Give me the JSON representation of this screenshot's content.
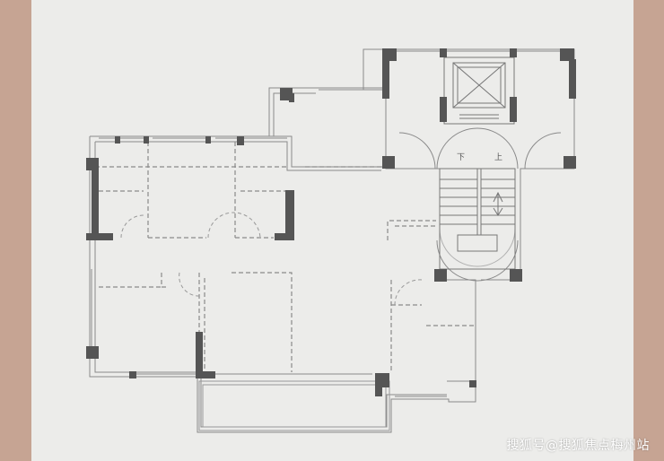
{
  "stairs": {
    "down_label": "下",
    "up_label": "上"
  },
  "watermark": {
    "text": "搜狐号@搜狐焦点梅州站"
  },
  "colors": {
    "background_border": "#c9a898",
    "paper": "#ececea",
    "wall": "#555555",
    "column": "#444444",
    "line": "#888888"
  }
}
